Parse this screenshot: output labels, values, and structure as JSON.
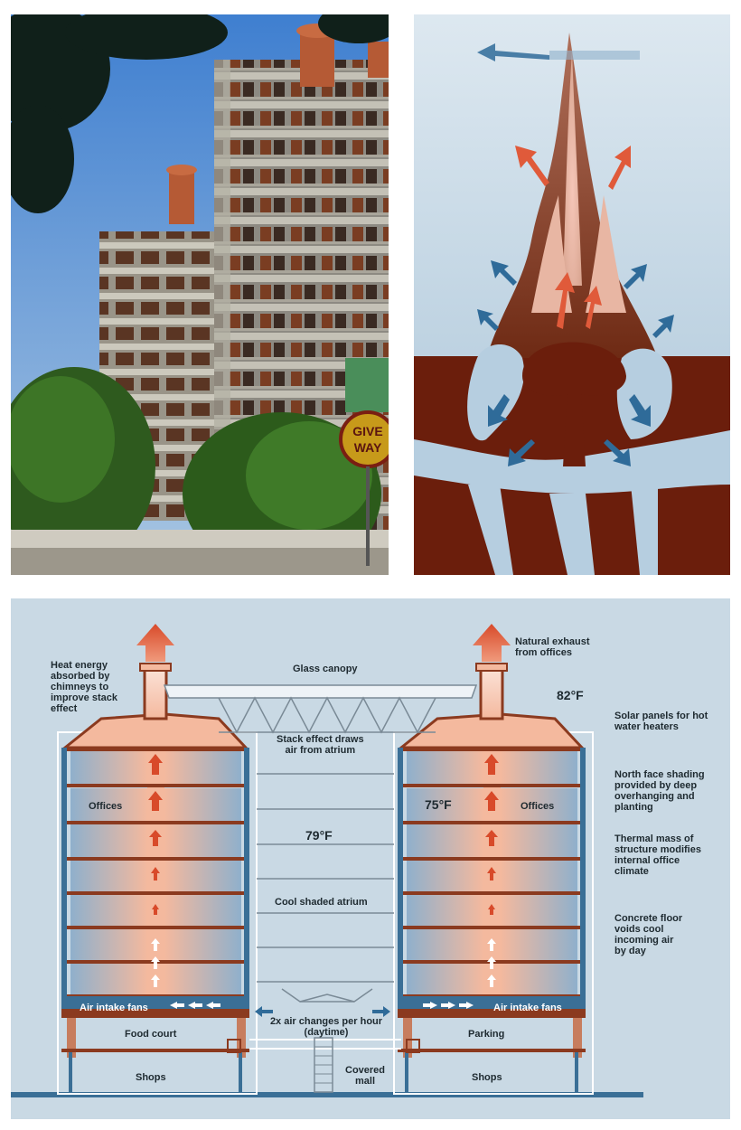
{
  "photo": {
    "sign_line1": "GIVE",
    "sign_line2": "WAY"
  },
  "diagram": {
    "labels": {
      "glass_canopy": "Glass canopy",
      "heat_energy": [
        "Heat energy",
        "absorbed by",
        "chimneys to",
        "improve stack",
        "effect"
      ],
      "natural_exhaust": [
        "Natural exhaust",
        "from offices"
      ],
      "stack_effect": [
        "Stack effect draws",
        "air from atrium"
      ],
      "solar_panels": [
        "Solar panels for hot",
        "water heaters"
      ],
      "north_face": [
        "North face shading",
        "provided by deep",
        "overhanging and",
        "planting"
      ],
      "thermal_mass": [
        "Thermal mass of",
        "structure modifies",
        "internal office",
        "climate"
      ],
      "concrete_floor": [
        "Concrete floor",
        "voids cool",
        "incoming air",
        "by day"
      ],
      "cool_atrium": "Cool shaded atrium",
      "offices_left": "Offices",
      "offices_right": "Offices",
      "air_intake_left": "Air intake fans",
      "air_intake_right": "Air intake fans",
      "air_changes": [
        "2x air changes per hour",
        "(daytime)"
      ],
      "food_court": "Food court",
      "parking": "Parking",
      "shops_left": "Shops",
      "shops_right": "Shops",
      "covered_mall": [
        "Covered",
        "mall"
      ]
    },
    "temperatures": {
      "top": "82°F",
      "atrium": "79°F",
      "offices": "75°F"
    },
    "colors": {
      "panel_bg": "#c9d9e4",
      "structure": "#8b3a1f",
      "warm_air": "#f4b99e",
      "cool_air": "#8fb0cc",
      "fan_band": "#3a6f96",
      "arrow_warm": "#d84a2a"
    }
  }
}
